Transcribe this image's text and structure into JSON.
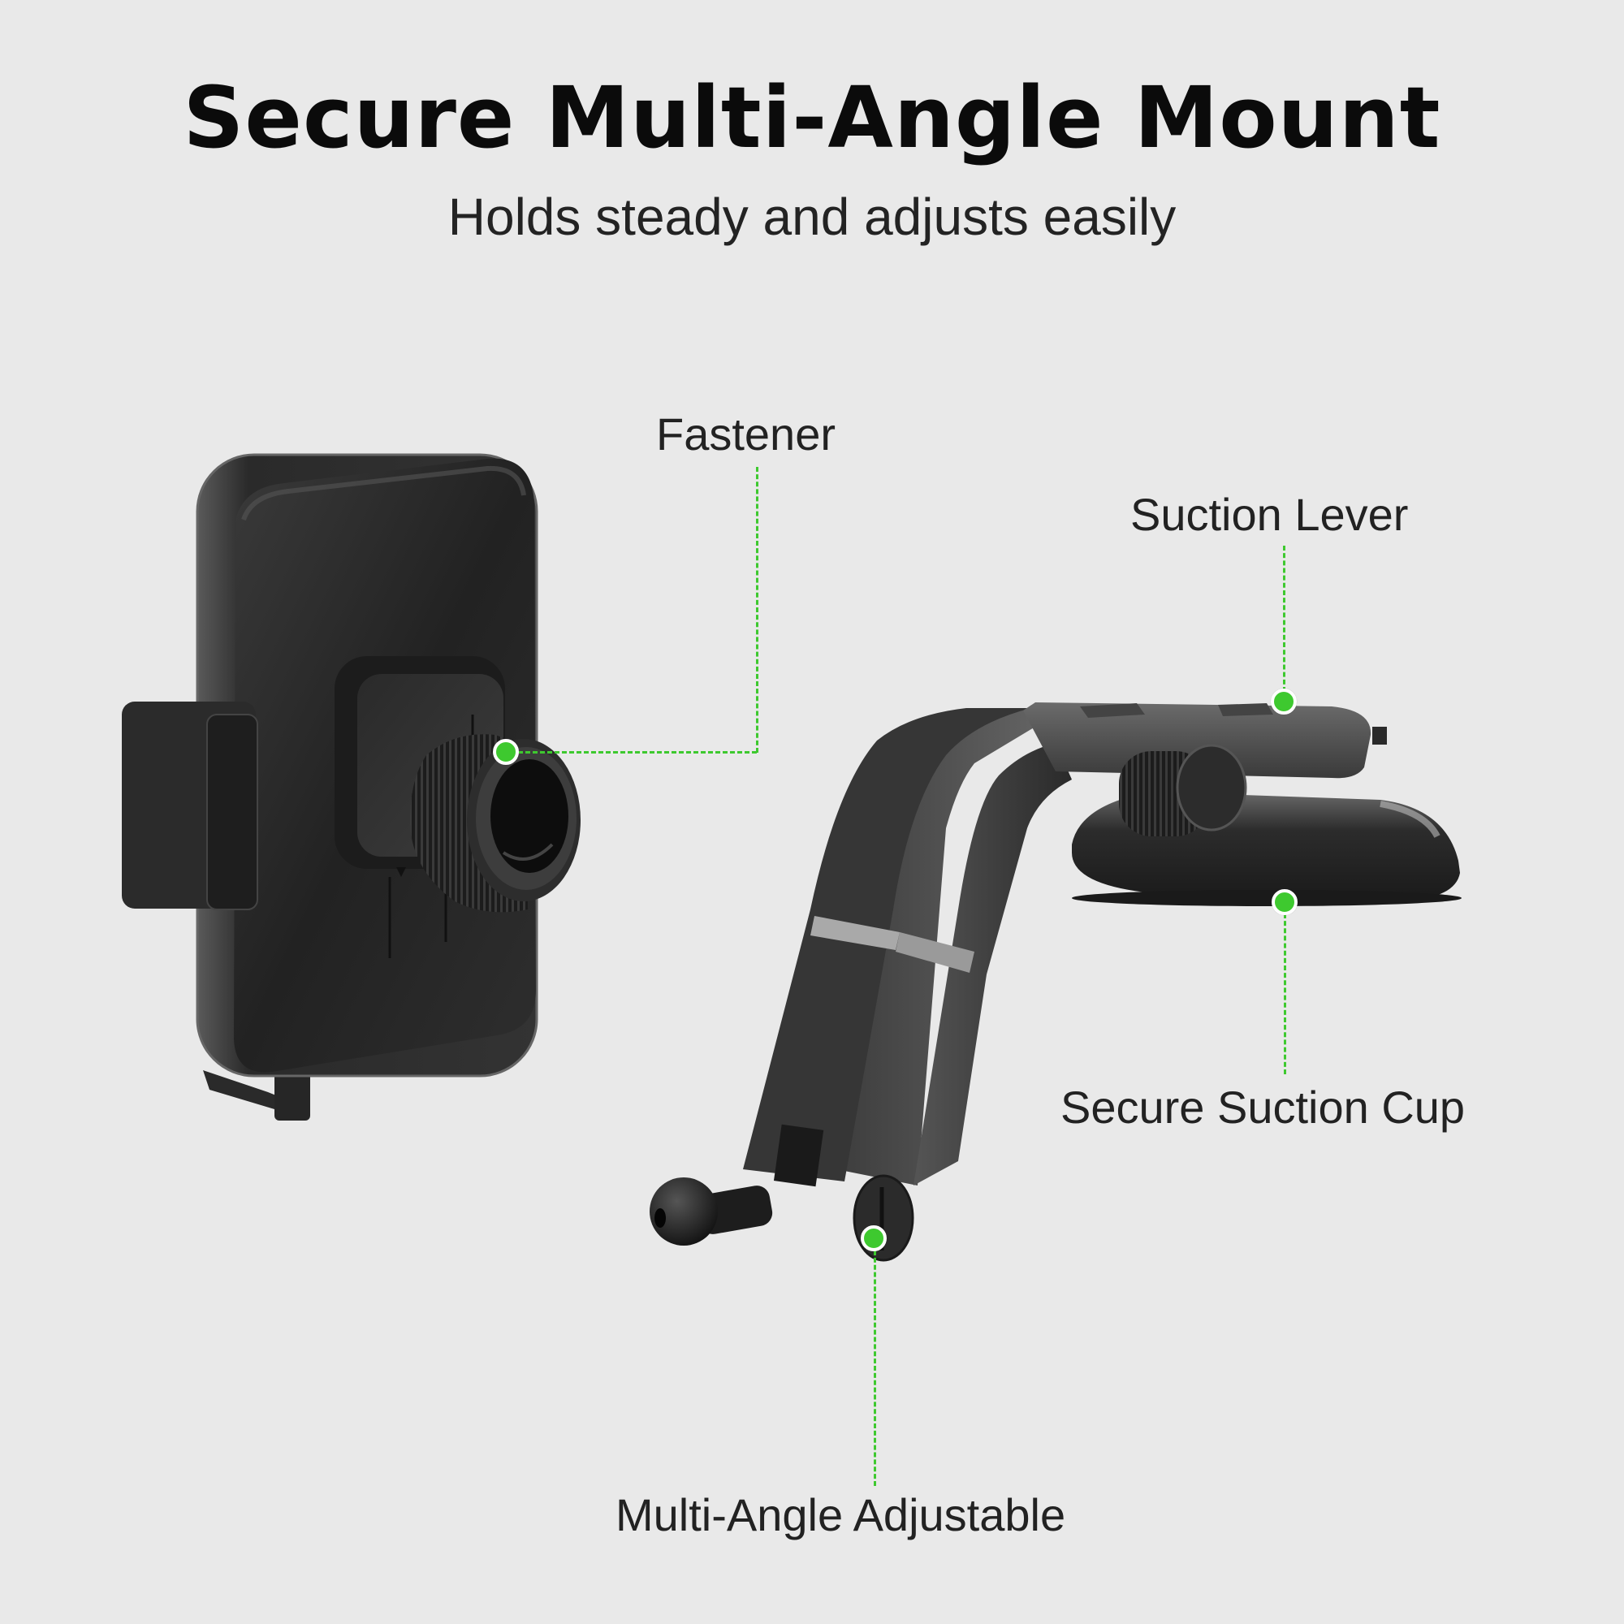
{
  "header": {
    "title": "Secure Multi-Angle Mount",
    "subtitle": "Holds steady and adjusts easily"
  },
  "colors": {
    "background": "#e9e9e9",
    "accent": "#3ec92f",
    "title": "#0b0b0b",
    "text": "#222222"
  },
  "callouts": [
    {
      "label": "Fastener",
      "target": "knob-ring",
      "icon": "callout-dot"
    },
    {
      "label": "Suction Lever",
      "target": "lever-top",
      "icon": "callout-dot"
    },
    {
      "label": "Secure Suction Cup",
      "target": "suction-cup-base",
      "icon": "callout-dot"
    },
    {
      "label": "Multi-Angle Adjustable",
      "target": "arm-hinge",
      "icon": "callout-dot"
    }
  ],
  "product": {
    "parts": [
      "phone-holder-cradle",
      "fastener-knob",
      "mount-arm",
      "ball-joint",
      "suction-lever",
      "suction-cup"
    ]
  }
}
